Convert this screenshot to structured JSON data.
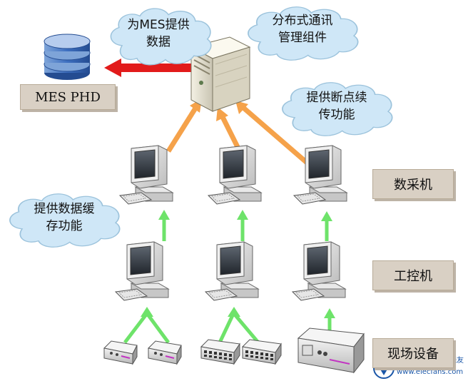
{
  "clouds": {
    "mes": [
      "为MES提供",
      "数据"
    ],
    "comm": [
      "分布式通讯",
      "管理组件"
    ],
    "resume": [
      "提供断点续",
      "传功能"
    ],
    "cache": [
      "提供数据缓",
      "存功能"
    ]
  },
  "labels": {
    "mes_phd": "MES PHD",
    "collector": "数采机",
    "controller": "工控机",
    "field": "现场设备"
  },
  "watermark": {
    "url": "www.elecfans.com",
    "brand": "电子发烧友"
  },
  "colors": {
    "cloud": "#cfe7f7",
    "cloud_border": "#9cc3dc",
    "orange_arrow": "#f5a24a",
    "green_arrow": "#6ee36a",
    "red_arrow": "#e21b1b",
    "label_bg": "#d9d0c4"
  }
}
